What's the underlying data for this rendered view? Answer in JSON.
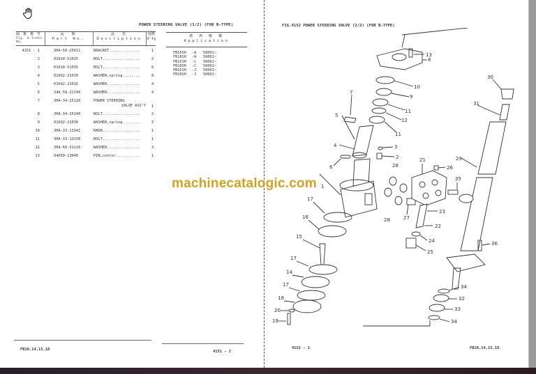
{
  "viewer": {
    "cursor_icon": "hand-pan-icon",
    "watermark": "machinecatalogic.com",
    "colors": {
      "watermark": "#d1a222",
      "scrollbar": "#9a9a9a",
      "bottom_bar": "#2e2027"
    }
  },
  "left_page": {
    "title": "POWER STEERING VALVE (1/2) (FOR B-TYPE)",
    "headers": {
      "ref": {
        "jp": "図 番 番 号",
        "en": "Fig. & Index No."
      },
      "part": {
        "jp": "品　番",
        "en": "Part No."
      },
      "desc": {
        "jp": "品　名",
        "en": "Description"
      },
      "qty": {
        "jp": "個数",
        "en": "Q'ty"
      },
      "application": {
        "jp": "適 用 機 種",
        "en": "Application"
      }
    },
    "rows": [
      {
        "ref": "4151 - 1",
        "part": "3HA-50-25611",
        "desc": "BRACKET..............",
        "qty": "1"
      },
      {
        "ref": "2",
        "part": "01010-51025",
        "desc": "BOLT.................",
        "qty": "2"
      },
      {
        "ref": "3",
        "part": "01010-51035",
        "desc": "BOLT.................",
        "qty": "6"
      },
      {
        "ref": "4",
        "part": "01602-21030",
        "desc": "WASHER,spring........",
        "qty": "8"
      },
      {
        "ref": "5",
        "part": "01642-21016",
        "desc": "WASHER...............",
        "qty": "4"
      },
      {
        "ref": "6",
        "part": "34A-58-22140",
        "desc": "WASHER...............",
        "qty": "4"
      },
      {
        "ref": "7",
        "part": "3HA-34-25110",
        "desc": "POWER STEERING",
        "desc2": "VALVE ASS'Y",
        "qty": "1"
      },
      {
        "ref": "8",
        "part": "3HA-34-25240",
        "desc": "BOLT.................",
        "qty": "2"
      },
      {
        "ref": "9",
        "part": "01602-21030",
        "desc": "WASHER,spring........",
        "qty": "2"
      },
      {
        "ref": "10",
        "part": "3HA-33-13341",
        "desc": "KNOB.................",
        "qty": "1"
      },
      {
        "ref": "11",
        "part": "3HA-33-13330",
        "desc": "BOLT.................",
        "qty": "1"
      },
      {
        "ref": "12",
        "part": "304-60-31110",
        "desc": "WASHER...............",
        "qty": "3"
      },
      {
        "ref": "13",
        "part": "04050-13040",
        "desc": "PIN,cotter...........",
        "qty": "1"
      }
    ],
    "application": [
      {
        "model": "FB15SH",
        "type": "-A",
        "serial": "50001~"
      },
      {
        "model": "FB18SH",
        "type": "-A",
        "serial": "50001~"
      },
      {
        "model": "FB15SH",
        "type": "-C",
        "serial": "50001~"
      },
      {
        "model": "FB18SH",
        "type": "-C",
        "serial": "50001~"
      },
      {
        "model": "FB15SH",
        "type": "-J",
        "serial": "50001~"
      },
      {
        "model": "FB18SH",
        "type": "-J",
        "serial": "50001~"
      }
    ],
    "footer_models": "FB10,14,15,18",
    "footer_page": "4151 - 2"
  },
  "right_page": {
    "title": "FIG.4152  POWER STEERING VALVE (2/2) (FOR B-TYPE)",
    "footer_page": "4152 - 1",
    "footer_models": "FB10,14,15,18",
    "callouts": [
      "13",
      "8",
      "10",
      "9",
      "11",
      "12",
      "11",
      "7",
      "5",
      "3",
      "2",
      "4",
      "6",
      "1",
      "21",
      "26",
      "28",
      "28",
      "27",
      "23",
      "35",
      "22",
      "24",
      "25",
      "17",
      "16",
      "15",
      "17",
      "14",
      "17",
      "18",
      "20",
      "19",
      "30",
      "31",
      "29",
      "36",
      "34",
      "32",
      "33",
      "34"
    ]
  }
}
